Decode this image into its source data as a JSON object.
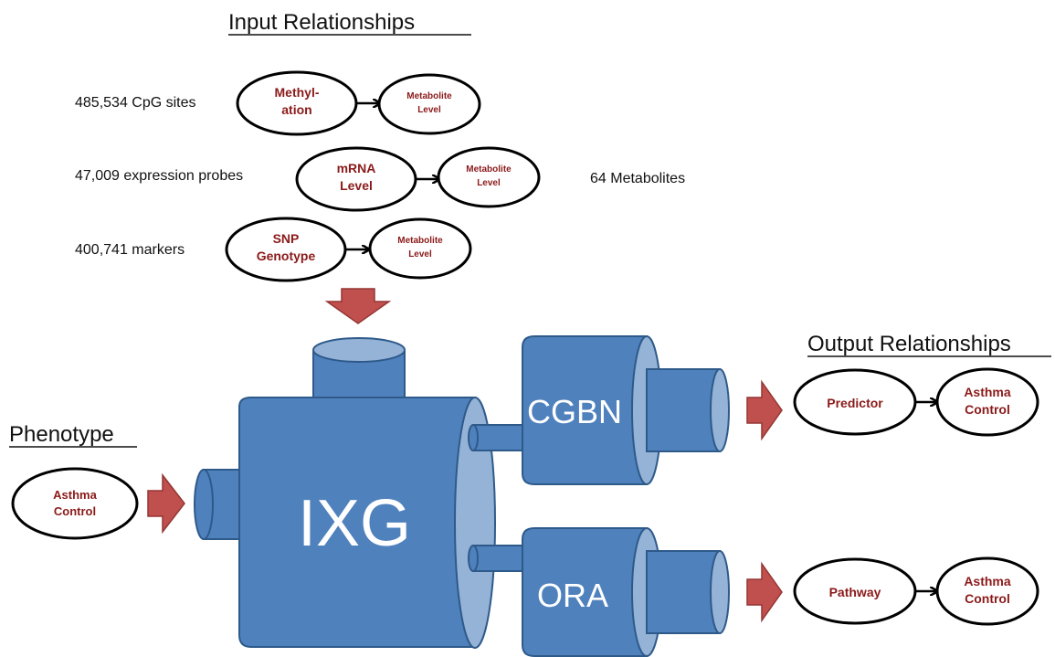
{
  "headings": {
    "input": "Input Relationships",
    "output": "Output Relationships",
    "phenotype": "Phenotype"
  },
  "counts": {
    "cpg": "485,534 CpG sites",
    "probes": "47,009 expression probes",
    "markers": "400,741 markers",
    "metabolites": "64 Metabolites"
  },
  "input_rows": [
    {
      "source_l1": "Methyl-",
      "source_l2": "ation",
      "target_l1": "Metabolite",
      "target_l2": "Level"
    },
    {
      "source_l1": "mRNA",
      "source_l2": "Level",
      "target_l1": "Metabolite",
      "target_l2": "Level"
    },
    {
      "source_l1": "SNP",
      "source_l2": "Genotype",
      "target_l1": "Metabolite",
      "target_l2": "Level"
    }
  ],
  "phenotype_node": {
    "l1": "Asthma",
    "l2": "Control"
  },
  "machine": {
    "main": "IXG",
    "top_branch": "CGBN",
    "bottom_branch": "ORA"
  },
  "output_rows": [
    {
      "source": "Predictor",
      "target_l1": "Asthma",
      "target_l2": "Control"
    },
    {
      "source": "Pathway",
      "target_l1": "Asthma",
      "target_l2": "Control"
    }
  ],
  "colors": {
    "pipe": "#4f81bd",
    "pipe_face": "#95b3d7",
    "pipe_stroke": "#2e5a8a",
    "flow_arrow": "#c0504d",
    "node_text": "#8b1a1a"
  }
}
